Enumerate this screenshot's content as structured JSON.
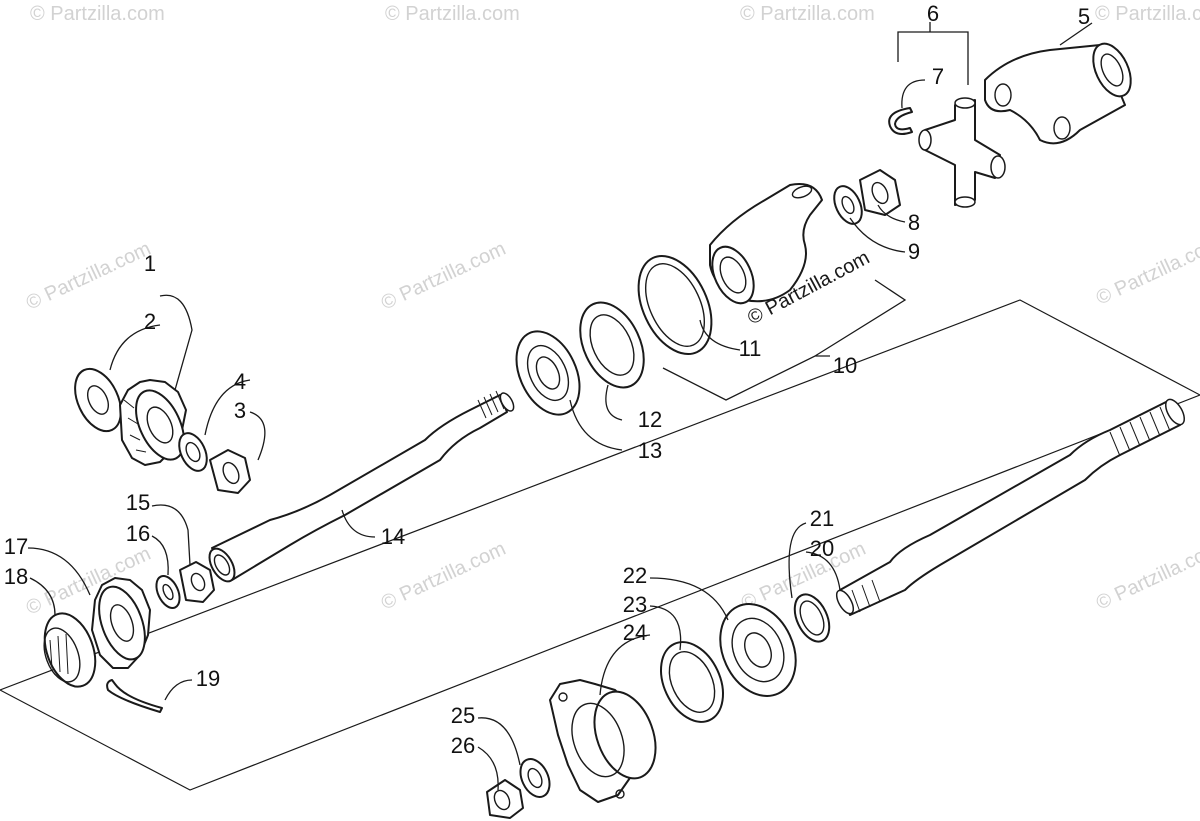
{
  "watermark": {
    "text": "© Partzilla.com",
    "color": "#d2d2d2"
  },
  "callouts": {
    "c1": "1",
    "c2": "2",
    "c3": "3",
    "c4": "4",
    "c5": "5",
    "c6": "6",
    "c7": "7",
    "c8": "8",
    "c9": "9",
    "c10": "10",
    "c11": "11",
    "c12": "12",
    "c13": "13",
    "c14": "14",
    "c15": "15",
    "c16": "16",
    "c17": "17",
    "c18": "18",
    "c19": "19",
    "c20": "20",
    "c21": "21",
    "c22": "22",
    "c23": "23",
    "c24": "24",
    "c25": "25",
    "c26": "26"
  }
}
